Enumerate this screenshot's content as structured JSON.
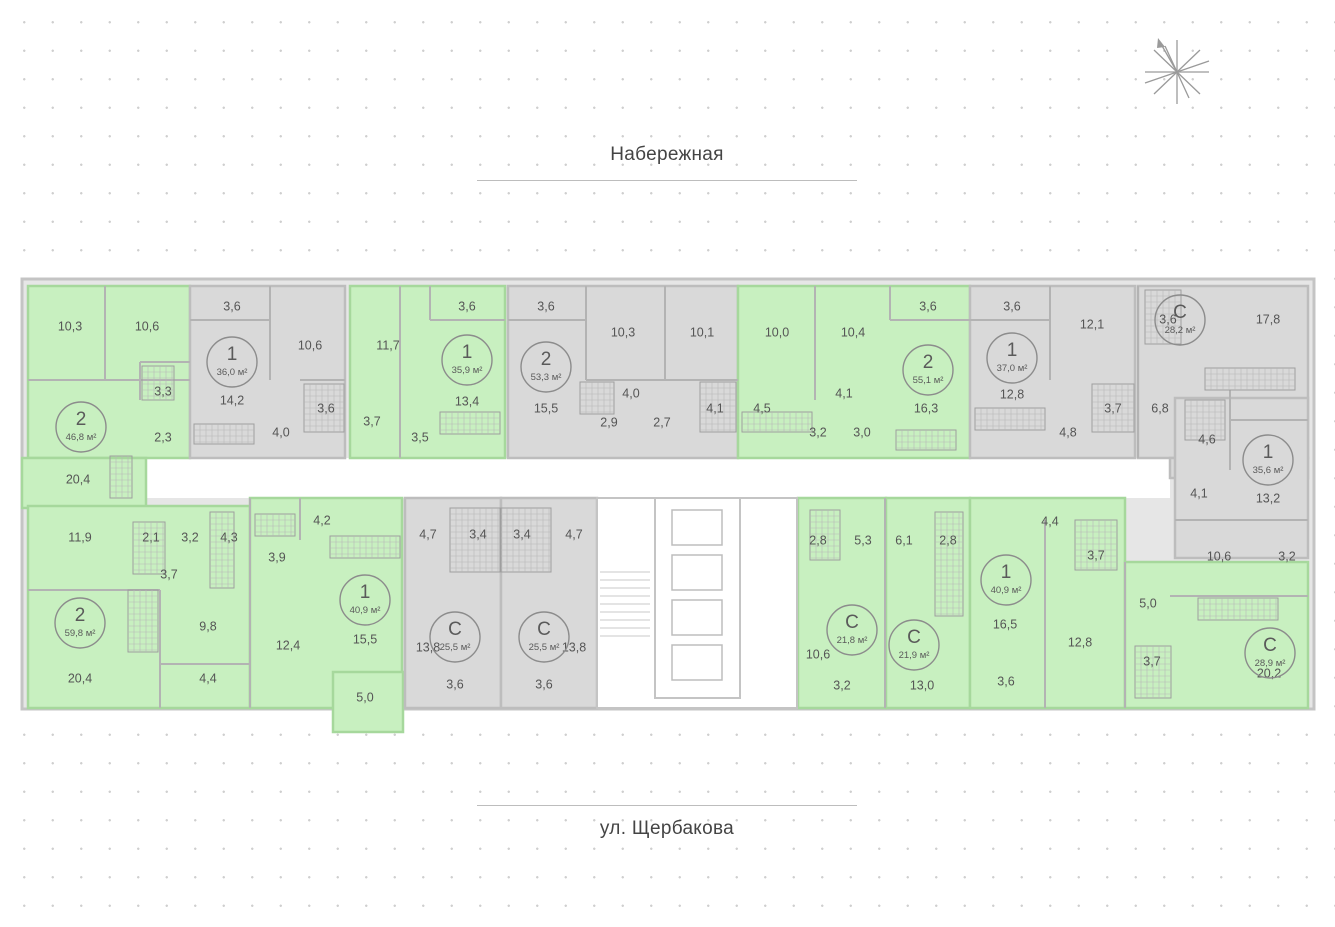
{
  "colors": {
    "available": "#c8f0c0",
    "sold": "#d9d9d9",
    "wall_available": "#a6d89c",
    "wall_sold": "#bdbdbd"
  },
  "streets": {
    "top": "Набережная",
    "bottom": "ул. Щербакова"
  },
  "compass": {
    "icon": "compass-rose-icon"
  },
  "units": [
    {
      "status": "available",
      "rooms": "2",
      "area": "46,8 м²"
    },
    {
      "status": "sold",
      "rooms": "1",
      "area": "36,0 м²"
    },
    {
      "status": "available",
      "rooms": "1",
      "area": "35,9 м²"
    },
    {
      "status": "sold",
      "rooms": "2",
      "area": "53,3 м²"
    },
    {
      "status": "available",
      "rooms": "2",
      "area": "55,1 м²"
    },
    {
      "status": "sold",
      "rooms": "1",
      "area": "37,0 м²"
    },
    {
      "status": "sold",
      "rooms": "С",
      "area": "28,2 м²"
    },
    {
      "status": "sold",
      "rooms": "1",
      "area": "35,6 м²"
    },
    {
      "status": "available",
      "rooms": "2",
      "area": "59,8 м²"
    },
    {
      "status": "available",
      "rooms": "1",
      "area": "40,9 м²"
    },
    {
      "status": "sold",
      "rooms": "С",
      "area": "25,5 м²"
    },
    {
      "status": "sold",
      "rooms": "С",
      "area": "25,5 м²"
    },
    {
      "status": "available",
      "rooms": "С",
      "area": "21,8 м²"
    },
    {
      "status": "available",
      "rooms": "С",
      "area": "21,9 м²"
    },
    {
      "status": "available",
      "rooms": "1",
      "area": "40,9 м²"
    },
    {
      "status": "available",
      "rooms": "С",
      "area": "28,9 м²"
    }
  ],
  "room_labels": [
    "10,3",
    "10,6",
    "3,3",
    "2,3",
    "20,4",
    "3,6",
    "10,6",
    "14,2",
    "3,6",
    "4,0",
    "11,7",
    "3,6",
    "13,4",
    "3,7",
    "3,5",
    "3,6",
    "10,3",
    "10,1",
    "15,5",
    "4,0",
    "2,9",
    "2,7",
    "4,1",
    "10,0",
    "10,4",
    "3,6",
    "4,1",
    "16,3",
    "4,5",
    "3,2",
    "3,0",
    "3,6",
    "12,1",
    "12,8",
    "3,7",
    "4,8",
    "3,6",
    "17,8",
    "6,8",
    "4,6",
    "4,1",
    "13,2",
    "10,6",
    "3,2",
    "11,9",
    "2,1",
    "3,2",
    "4,3",
    "3,7",
    "9,8",
    "20,4",
    "4,4",
    "4,2",
    "3,9",
    "12,4",
    "15,5",
    "5,0",
    "4,7",
    "3,4",
    "3,4",
    "4,7",
    "13,8",
    "3,6",
    "3,6",
    "13,8",
    "2,8",
    "5,3",
    "6,1",
    "2,8",
    "10,6",
    "3,2",
    "13,0",
    "4,4",
    "3,7",
    "16,5",
    "3,6",
    "12,8",
    "5,0",
    "3,7",
    "20,2"
  ]
}
